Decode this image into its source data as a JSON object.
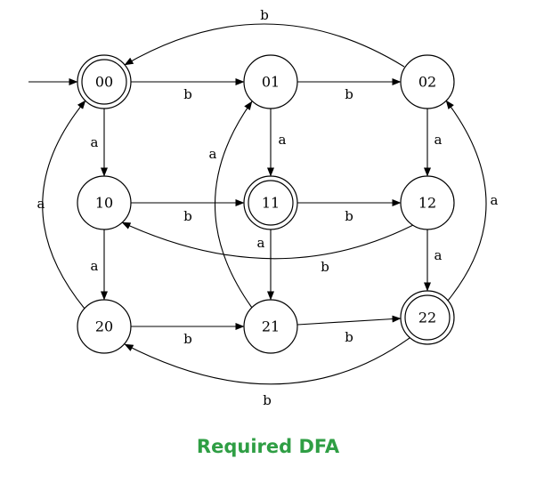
{
  "caption": {
    "text": "Required DFA",
    "color": "#2f9e44"
  },
  "start_state": "00",
  "states": [
    {
      "id": "00",
      "label": "00",
      "accepting": true
    },
    {
      "id": "01",
      "label": "01",
      "accepting": false
    },
    {
      "id": "02",
      "label": "02",
      "accepting": false
    },
    {
      "id": "10",
      "label": "10",
      "accepting": false
    },
    {
      "id": "11",
      "label": "11",
      "accepting": true
    },
    {
      "id": "12",
      "label": "12",
      "accepting": false
    },
    {
      "id": "20",
      "label": "20",
      "accepting": false
    },
    {
      "id": "21",
      "label": "21",
      "accepting": false
    },
    {
      "id": "22",
      "label": "22",
      "accepting": true
    }
  ],
  "transitions": [
    {
      "id": "00-01",
      "from": "00",
      "to": "01",
      "symbol": "b"
    },
    {
      "id": "01-02",
      "from": "01",
      "to": "02",
      "symbol": "b"
    },
    {
      "id": "02-00",
      "from": "02",
      "to": "00",
      "symbol": "b"
    },
    {
      "id": "10-11",
      "from": "10",
      "to": "11",
      "symbol": "b"
    },
    {
      "id": "11-12",
      "from": "11",
      "to": "12",
      "symbol": "b"
    },
    {
      "id": "12-10",
      "from": "12",
      "to": "10",
      "symbol": "b"
    },
    {
      "id": "20-21",
      "from": "20",
      "to": "21",
      "symbol": "b"
    },
    {
      "id": "21-22",
      "from": "21",
      "to": "22",
      "symbol": "b"
    },
    {
      "id": "22-20",
      "from": "22",
      "to": "20",
      "symbol": "b"
    },
    {
      "id": "00-10",
      "from": "00",
      "to": "10",
      "symbol": "a"
    },
    {
      "id": "10-20",
      "from": "10",
      "to": "20",
      "symbol": "a"
    },
    {
      "id": "20-00",
      "from": "20",
      "to": "00",
      "symbol": "a"
    },
    {
      "id": "01-11",
      "from": "01",
      "to": "11",
      "symbol": "a"
    },
    {
      "id": "11-21",
      "from": "11",
      "to": "21",
      "symbol": "a"
    },
    {
      "id": "21-01",
      "from": "21",
      "to": "01",
      "symbol": "a"
    },
    {
      "id": "02-12",
      "from": "02",
      "to": "12",
      "symbol": "a"
    },
    {
      "id": "12-22",
      "from": "12",
      "to": "22",
      "symbol": "a"
    },
    {
      "id": "22-02",
      "from": "22",
      "to": "02",
      "symbol": "a"
    }
  ]
}
